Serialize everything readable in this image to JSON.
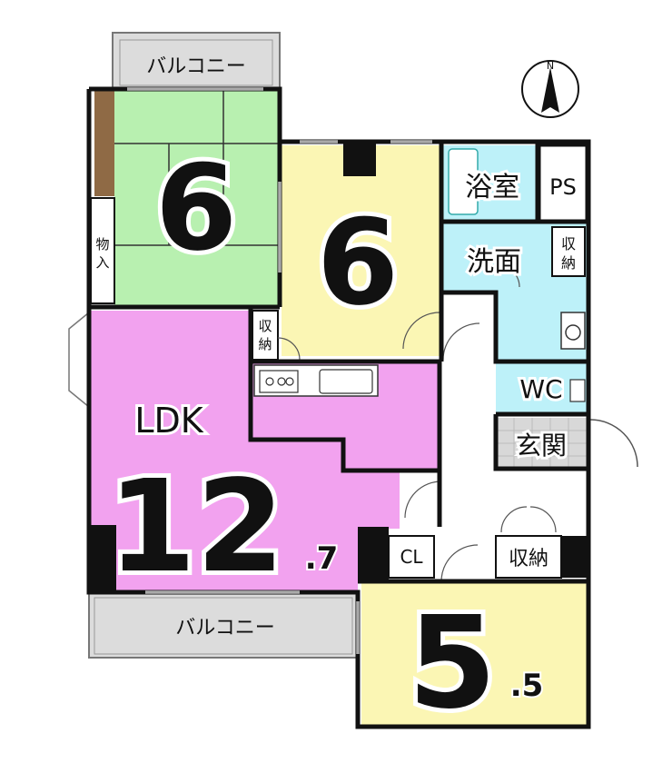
{
  "compass": {
    "north_label": "N"
  },
  "rooms": {
    "washitsu": {
      "size": "6"
    },
    "western_room": {
      "size": "6"
    },
    "ldk": {
      "label": "LDK",
      "size_main": "12",
      "size_decimal": ".7"
    },
    "bedroom": {
      "size_main": "5",
      "size_decimal": ".5"
    },
    "bath": {
      "label": "浴室"
    },
    "ps": {
      "label": "PS"
    },
    "washroom": {
      "label": "洗面"
    },
    "washroom_storage": {
      "label_line1": "収",
      "label_line2": "納"
    },
    "wc": {
      "label": "WC"
    },
    "entrance": {
      "label": "玄関"
    },
    "storage_hall": {
      "label": "収納"
    },
    "closet": {
      "label": "CL"
    },
    "storage_ldk": {
      "label_line1": "収",
      "label_line2": "納"
    },
    "monoire": {
      "label_line1": "物",
      "label_line2": "入"
    }
  },
  "balconies": {
    "top": {
      "label": "バルコニー"
    },
    "bottom": {
      "label": "バルコニー"
    }
  },
  "colors": {
    "washitsu": "#b8f0b0",
    "western_room": "#fbf6b4",
    "ldk": "#f2a2ef",
    "bedroom": "#fbf6b4",
    "wet_area": "#bdf1f9",
    "balcony": "#dcdcdc",
    "hall": "#ffffff",
    "wall": "#111111",
    "tokonoma": "#8f6a45"
  }
}
